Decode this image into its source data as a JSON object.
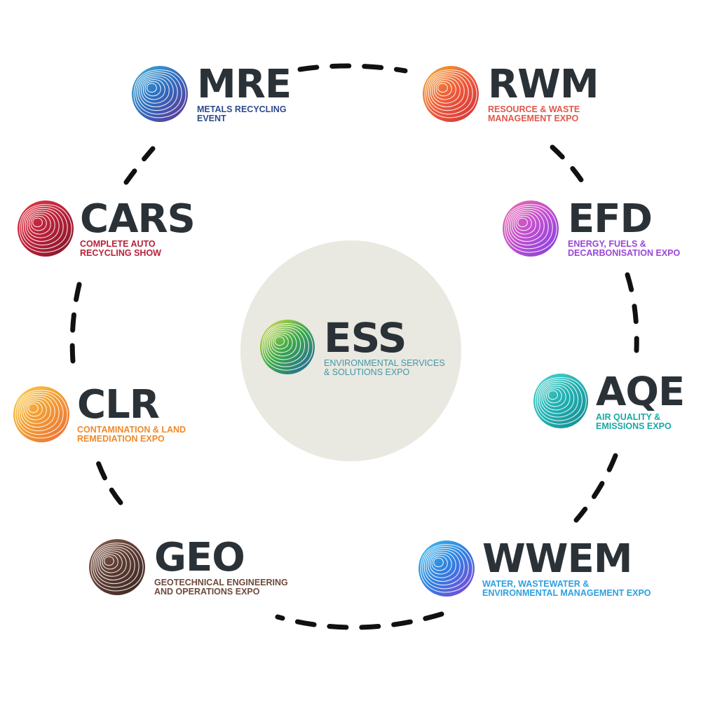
{
  "center": {
    "acronym": "ESS",
    "line1": "ENVIRONMENTAL SERVICES",
    "line2": "& SOLUTIONS EXPO",
    "color": "#3f9aa6",
    "gradient": [
      "#e8e04a",
      "#3aa84a",
      "#1f5fa8"
    ]
  },
  "events": [
    {
      "acronym": "MRE",
      "line1": "METALS RECYCLING",
      "line2": "EVENT",
      "color": "#2e4a8c",
      "gradient": [
        "#3fb3d6",
        "#2f6bbf",
        "#6a2f8f"
      ]
    },
    {
      "acronym": "RWM",
      "line1": "RESOURCE & WASTE",
      "line2": "MANAGEMENT EXPO",
      "color": "#e2574a",
      "gradient": [
        "#f2b233",
        "#ee5a3a",
        "#d0303a"
      ]
    },
    {
      "acronym": "EFD",
      "line1": "ENERGY, FUELS &",
      "line2": "DECARBONISATION EXPO",
      "color": "#9b45d6",
      "gradient": [
        "#f06aa8",
        "#c04fd0",
        "#7e3fe0"
      ]
    },
    {
      "acronym": "AQE",
      "line1": "AIR QUALITY &",
      "line2": "EMISSIONS EXPO",
      "color": "#1aa9a5",
      "gradient": [
        "#52d8d0",
        "#22b0b2",
        "#16868e"
      ]
    },
    {
      "acronym": "WWEM",
      "line1": "WATER, WASTEWATER &",
      "line2": "ENVIRONMENTAL MANAGEMENT EXPO",
      "color": "#2f9fe0",
      "gradient": [
        "#3bc3ee",
        "#2f7fe0",
        "#8a3fd6"
      ]
    },
    {
      "acronym": "GEO",
      "line1": "GEOTECHNICAL ENGINEERING",
      "line2": "AND OPERATIONS EXPO",
      "color": "#6e4a3c",
      "gradient": [
        "#8c6656",
        "#5b3a30",
        "#3a2622"
      ]
    },
    {
      "acronym": "CLR",
      "line1": "CONTAMINATION & LAND",
      "line2": "REMEDIATION EXPO",
      "color": "#ee8a2c",
      "gradient": [
        "#f7d24a",
        "#f29a33",
        "#ec6b35"
      ]
    },
    {
      "acronym": "CARS",
      "line1": "COMPLETE AUTO",
      "line2": "RECYCLING SHOW",
      "color": "#b8213a",
      "gradient": [
        "#e63a44",
        "#b8213a",
        "#7d1428"
      ]
    }
  ]
}
